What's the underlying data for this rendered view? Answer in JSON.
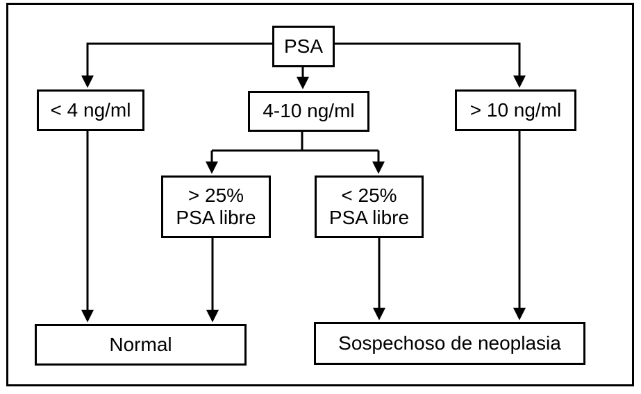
{
  "diagram": {
    "type": "flowchart",
    "colors": {
      "line": "#000000",
      "background": "#ffffff",
      "text": "#000000"
    }
  },
  "nodes": {
    "psa": {
      "label": "PSA"
    },
    "lt4": {
      "label": "< 4 ng/ml"
    },
    "mid": {
      "label": "4-10 ng/ml"
    },
    "gt10": {
      "label": "> 10 ng/ml"
    },
    "free_gt25": {
      "line1": "> 25%",
      "line2": "PSA libre"
    },
    "free_lt25": {
      "line1": "< 25%",
      "line2": "PSA libre"
    },
    "normal": {
      "label": "Normal"
    },
    "suspect": {
      "label": "Sospechoso de neoplasia"
    }
  },
  "edges": [
    {
      "from": "psa",
      "to": "lt4"
    },
    {
      "from": "psa",
      "to": "mid"
    },
    {
      "from": "psa",
      "to": "gt10"
    },
    {
      "from": "mid",
      "to": "free_gt25"
    },
    {
      "from": "mid",
      "to": "free_lt25"
    },
    {
      "from": "lt4",
      "to": "normal"
    },
    {
      "from": "free_gt25",
      "to": "normal"
    },
    {
      "from": "free_lt25",
      "to": "suspect"
    },
    {
      "from": "gt10",
      "to": "suspect"
    }
  ]
}
